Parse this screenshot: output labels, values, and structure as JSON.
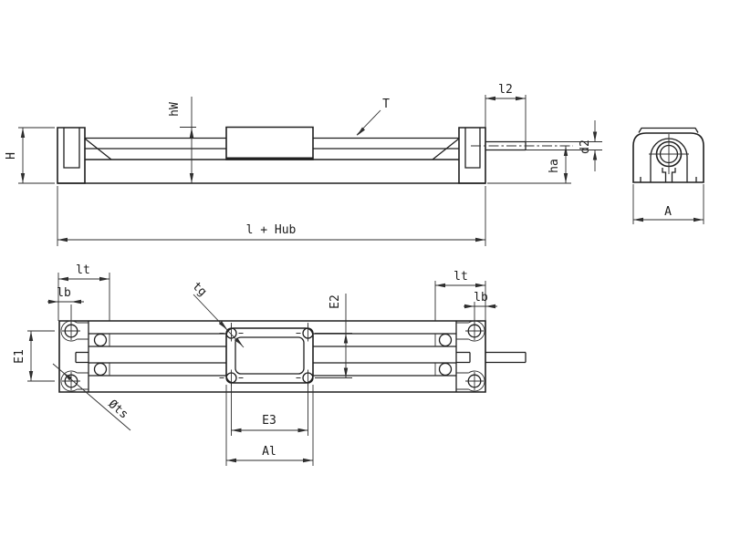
{
  "drawing": {
    "type": "technical-dimension-drawing",
    "colors": {
      "line": "#1f1f1f",
      "dim": "#2e2e2e",
      "background": "#ffffff"
    },
    "side_view": {
      "dims": {
        "height": "H",
        "carriage_height": "hW",
        "belt": "T",
        "shaft_length": "l2",
        "shaft_diameter": "d2",
        "axis_height": "ha",
        "total_length": "l + Hub"
      }
    },
    "end_view": {
      "dims": {
        "width": "A"
      }
    },
    "plan_view": {
      "dims": {
        "lt_left": "lt",
        "lb_left": "lb",
        "lt_right": "lt",
        "lb_right": "lb",
        "hole_spacing_left": "E1",
        "carriage_hole_spacing_v": "E2",
        "carriage_hole_spacing_h": "E3",
        "carriage_length": "Al",
        "thread": "tg",
        "hole_diameter": "Øts"
      }
    }
  }
}
